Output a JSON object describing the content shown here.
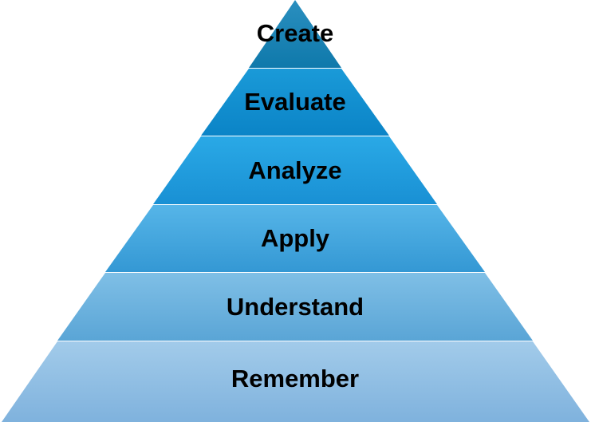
{
  "levels": [
    {
      "label": "Create",
      "color_top": "#2a8fbf",
      "color_bottom": "#0f79ab"
    },
    {
      "label": "Evaluate",
      "color_top": "#1a9ad8",
      "color_bottom": "#0b84c7"
    },
    {
      "label": "Analyze",
      "color_top": "#2aa9e6",
      "color_bottom": "#1990d4"
    },
    {
      "label": "Apply",
      "color_top": "#56b5e8",
      "color_bottom": "#3498d4"
    },
    {
      "label": "Understand",
      "color_top": "#7fbfe6",
      "color_bottom": "#5aa5d6"
    },
    {
      "label": "Remember",
      "color_top": "#a2cbea",
      "color_bottom": "#7fb2dd"
    }
  ]
}
